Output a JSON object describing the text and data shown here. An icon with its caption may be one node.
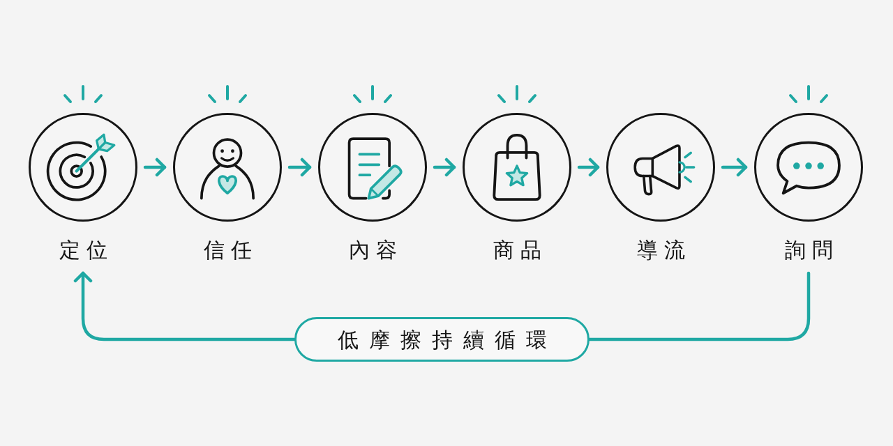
{
  "diagram": {
    "nodes": [
      {
        "text": [
          "定位"
        ]
      },
      {
        "text": [
          "信任"
        ]
      },
      {
        "text": [
          "內容"
        ]
      },
      {
        "text": [
          "商品"
        ]
      },
      {
        "text": [
          "導流"
        ]
      },
      {
        "text": [
          "詢問"
        ]
      },
      {
        "text": [
          "低摩擦持續循環"
        ]
      }
    ],
    "edges": [
      {
        "from": 0,
        "to": 1,
        "arrow": "to"
      },
      {
        "from": 1,
        "to": 2,
        "arrow": "to"
      },
      {
        "from": 2,
        "to": 3,
        "arrow": "to"
      },
      {
        "from": 3,
        "to": 4,
        "arrow": "to"
      },
      {
        "from": 4,
        "to": 5,
        "arrow": "to"
      },
      {
        "from": 5,
        "to": 6,
        "arrow": "none"
      },
      {
        "from": 6,
        "to": 0,
        "arrow": "to"
      }
    ]
  }
}
